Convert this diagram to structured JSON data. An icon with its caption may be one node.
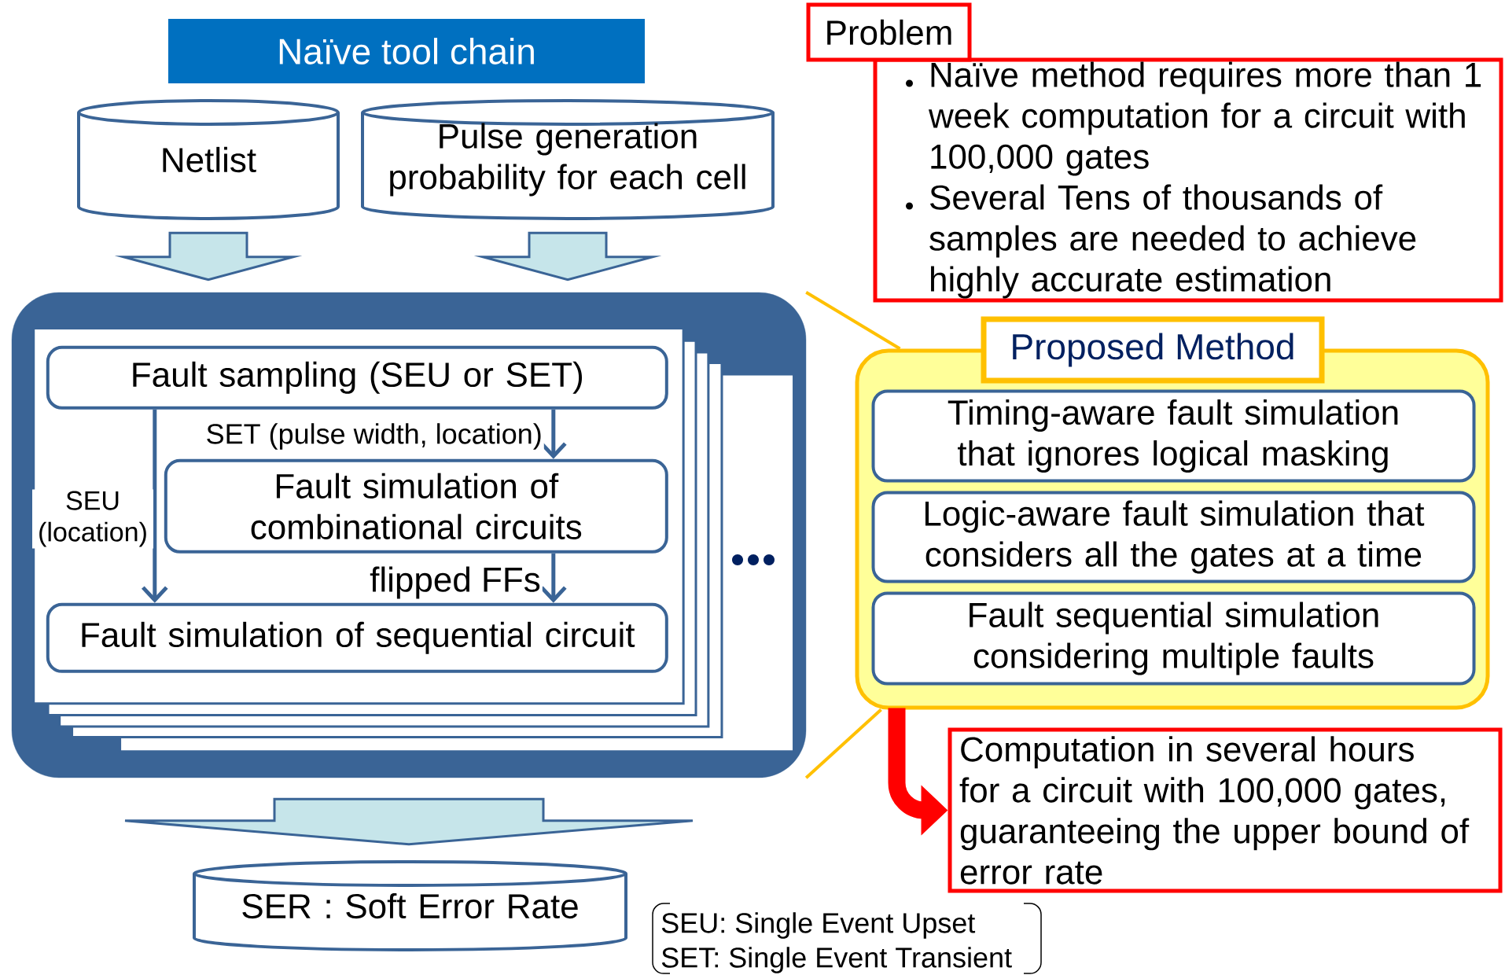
{
  "diagram": {
    "nodes": [
      {
        "text": [
          "Naïve tool chain"
        ]
      },
      {
        "text": [
          "Netlist"
        ]
      },
      {
        "text": [
          "Pulse generation probability for each cell"
        ]
      },
      {
        "text": [],
        "shape": "box"
      },
      {
        "text": [
          "Fault sampling (SEU or SET)"
        ],
        "in": 3
      },
      {
        "text": [
          "Fault simulation of combinational circuits"
        ],
        "in": 3
      },
      {
        "text": [
          "Fault simulation of sequential circuit"
        ],
        "in": 3
      },
      {
        "text": [
          "SER : Soft Error Rate"
        ]
      },
      {
        "text": [
          "Problem",
          "Naïve method requires more than 1 week computation for a circuit with 100,000 gates",
          "Several Tens of thousands of samples are needed to achieve highly accurate estimation"
        ]
      },
      {
        "text": [
          "Proposed Method"
        ]
      },
      {
        "text": [
          "Timing-aware fault simulation that ignores logical masking"
        ],
        "in": 9
      },
      {
        "text": [
          "Logic-aware fault simulation that considers all the gates at a time"
        ],
        "in": 9
      },
      {
        "text": [
          "Fault sequential simulation considering multiple faults"
        ],
        "in": 9
      },
      {
        "text": [
          "Computation in several hours for a circuit with 100,000 gates, guaranteeing the upper bound of error rate"
        ]
      }
    ],
    "edges": [
      {
        "from": 1,
        "to": 3,
        "arrow": "to"
      },
      {
        "from": 2,
        "to": 3,
        "arrow": "to"
      },
      {
        "from": 4,
        "to": 5,
        "arrow": "to",
        "label": "SET (pulse width, location)"
      },
      {
        "from": 4,
        "to": 6,
        "arrow": "to",
        "label": "SEU (location)"
      },
      {
        "from": 5,
        "to": 6,
        "arrow": "to",
        "label": "flipped FFs"
      },
      {
        "from": 3,
        "to": 7,
        "arrow": "to"
      },
      {
        "from": 3,
        "to": 9,
        "arrow": "none",
        "color": "#ffc000"
      },
      {
        "from": 3,
        "to": 9,
        "arrow": "none",
        "color": "#ffc000"
      },
      {
        "from": 9,
        "to": 13,
        "arrow": "to",
        "style": "thick",
        "color": "#ff0000"
      }
    ],
    "labels": [
      "SEU: Single Event Upset",
      "SET: Single Event Transient"
    ]
  }
}
